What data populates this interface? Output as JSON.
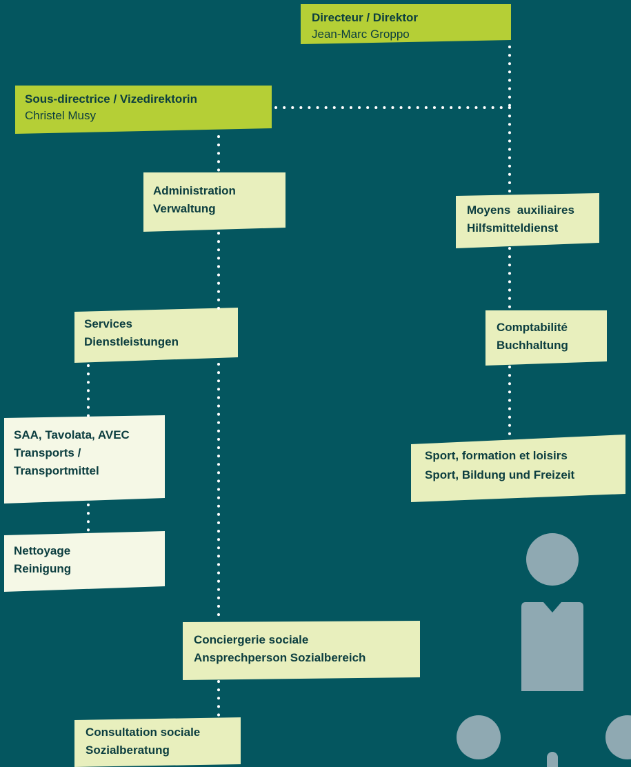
{
  "colors": {
    "background": "#04565f",
    "head_box": "#b5cf36",
    "unit_box": "#e8efbd",
    "subunit_box": "#f5f8e6",
    "connector": "#ffffff",
    "icon": "#8fa9b2"
  },
  "nodes": {
    "director": {
      "title": "Directeur / Direktor",
      "name": "Jean-Marc Groppo"
    },
    "vice_director": {
      "title": "Sous-directrice / Vizedirektorin",
      "name": "Christel Musy"
    },
    "administration": {
      "line1": "Administration",
      "line2": "Verwaltung"
    },
    "services": {
      "line1": "Services",
      "line2": "Dienstleistungen"
    },
    "saa": {
      "line1": "SAA, Tavolata, AVEC",
      "line2": "Transports /",
      "line3": "Transportmittel"
    },
    "cleaning": {
      "line1": "Nettoyage",
      "line2": "Reinigung"
    },
    "concierge": {
      "line1": "Conciergerie sociale",
      "line2": "Ansprechperson Sozialbereich"
    },
    "consultation": {
      "line1": "Consultation sociale",
      "line2": "Sozialberatung"
    },
    "aids": {
      "line1": "Moyens  auxiliaires",
      "line2": "Hilfsmitteldienst"
    },
    "accounting": {
      "line1": "Comptabilité",
      "line2": "Buchhaltung"
    },
    "sport": {
      "line1": "Sport, formation et loisirs",
      "line2": "Sport, Bildung und Freizeit"
    }
  },
  "decoration": {
    "icon": "people-org-icon"
  }
}
